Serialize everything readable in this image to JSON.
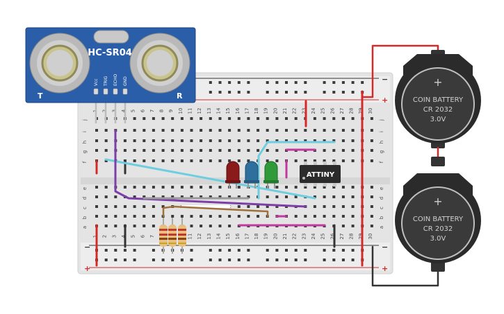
{
  "sensor": {
    "model": "HC-SR04",
    "left_mark": "T",
    "right_mark": "R",
    "pins": [
      "Vcc",
      "TRIG",
      "ECHO",
      "GND"
    ]
  },
  "chip": {
    "label": "ATTINY"
  },
  "batteries": [
    {
      "line1": "COIN BATTERY",
      "line2": "CR 2032",
      "line3": "3.0V"
    },
    {
      "line1": "COIN BATTERY",
      "line2": "CR 2032",
      "line3": "3.0V"
    }
  ],
  "breadboard": {
    "row_letters_top": [
      "j",
      "i",
      "h",
      "g",
      "f"
    ],
    "row_letters_bottom": [
      "e",
      "d",
      "c",
      "b",
      "a"
    ],
    "column_numbers": [
      "1",
      "2",
      "3",
      "4",
      "5",
      "6",
      "7",
      "8",
      "9",
      "10",
      "11",
      "12",
      "13",
      "14",
      "15",
      "16",
      "17",
      "18",
      "19",
      "20",
      "21",
      "22",
      "23",
      "24",
      "25",
      "26",
      "27",
      "28",
      "29",
      "30"
    ],
    "rail_minus": "−",
    "rail_plus": "+"
  },
  "colors": {
    "sensor_board": "#2a5ea8",
    "led_red": "#8b1a1a",
    "led_blue": "#2e6f9e",
    "led_green": "#2f9a3a",
    "wire_red": "#d42a2a",
    "wire_cyan": "#6fcde0",
    "wire_purple": "#7d3ea8",
    "wire_magenta": "#c0399c",
    "wire_black": "#333333",
    "wire_brown": "#a0703a"
  }
}
